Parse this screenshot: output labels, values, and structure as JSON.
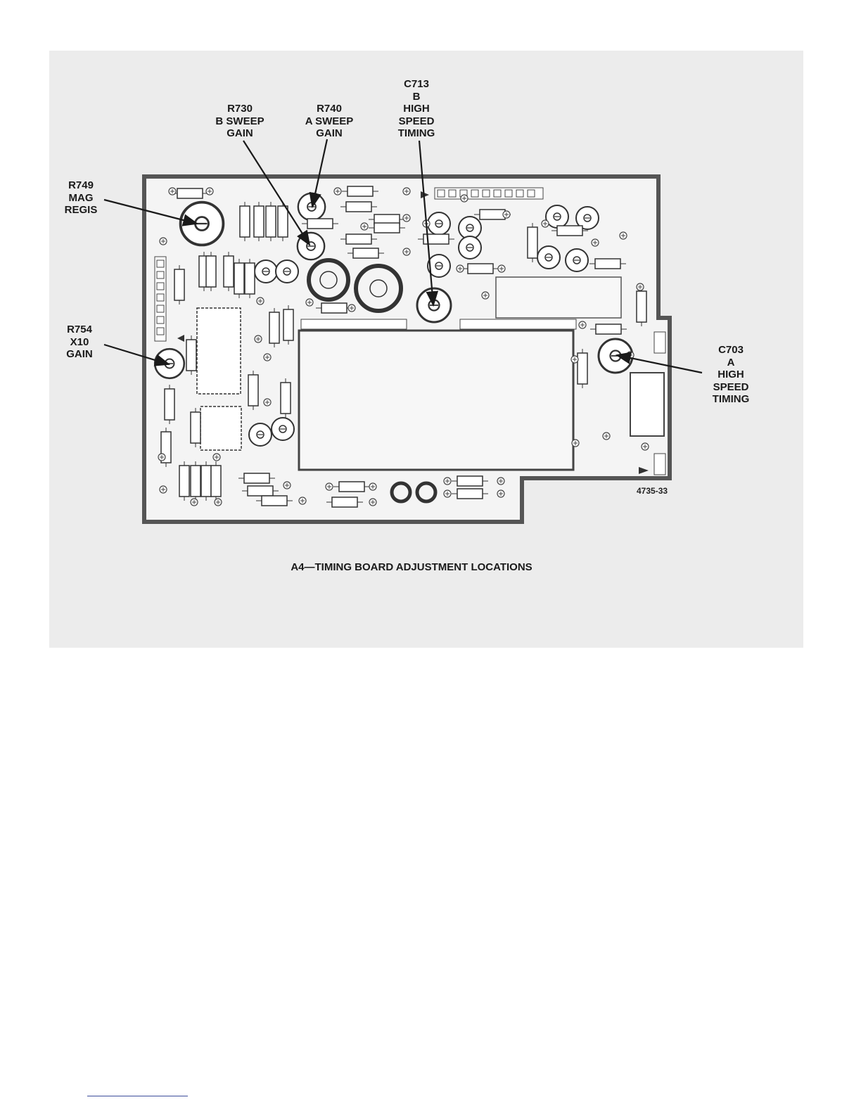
{
  "callouts": {
    "r749": [
      "R749",
      "MAG",
      "REGIS"
    ],
    "r730": [
      "R730",
      "B SWEEP",
      "GAIN"
    ],
    "r740": [
      "R740",
      "A SWEEP",
      "GAIN"
    ],
    "c713": [
      "C713",
      "B",
      "HIGH",
      "SPEED",
      "TIMING"
    ],
    "r754": [
      "R754",
      "X10",
      "GAIN"
    ],
    "c703": [
      "C703",
      "A",
      "HIGH",
      "SPEED",
      "TIMING"
    ]
  },
  "figure_number": "4735-33",
  "caption": "A4—TIMING BOARD ADJUSTMENT LOCATIONS",
  "colors": {
    "panel": "#ececec",
    "board_outline": "#555555",
    "ink": "#1a1a1a",
    "footnote_rule": "#3a4a9a"
  },
  "icons": [
    "arrow-icon",
    "potentiometer-icon",
    "resistor-icon",
    "capacitor-icon",
    "ic-chip-icon"
  ]
}
